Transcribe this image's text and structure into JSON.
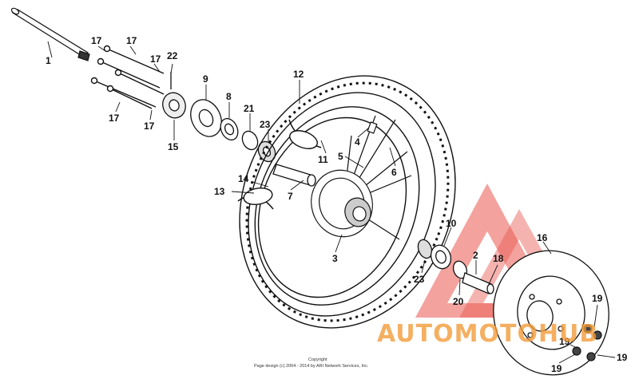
{
  "callouts": [
    {
      "id": "c1",
      "text": "1"
    },
    {
      "id": "c2",
      "text": "2"
    },
    {
      "id": "c3",
      "text": "3"
    },
    {
      "id": "c4",
      "text": "4"
    },
    {
      "id": "c5",
      "text": "5"
    },
    {
      "id": "c6",
      "text": "6"
    },
    {
      "id": "c7",
      "text": "7"
    },
    {
      "id": "c8",
      "text": "8"
    },
    {
      "id": "c9",
      "text": "9"
    },
    {
      "id": "c10",
      "text": "10"
    },
    {
      "id": "c11",
      "text": "11"
    },
    {
      "id": "c12",
      "text": "12"
    },
    {
      "id": "c13",
      "text": "13"
    },
    {
      "id": "c14",
      "text": "14"
    },
    {
      "id": "c15",
      "text": "15"
    },
    {
      "id": "c16",
      "text": "16"
    },
    {
      "id": "c17a",
      "text": "17"
    },
    {
      "id": "c17b",
      "text": "17"
    },
    {
      "id": "c17c",
      "text": "17"
    },
    {
      "id": "c17d",
      "text": "17"
    },
    {
      "id": "c17e",
      "text": "17"
    },
    {
      "id": "c18",
      "text": "18"
    },
    {
      "id": "c19a",
      "text": "19"
    },
    {
      "id": "c19b",
      "text": "19"
    },
    {
      "id": "c19c",
      "text": "19"
    },
    {
      "id": "c19d",
      "text": "19"
    },
    {
      "id": "c20",
      "text": "20"
    },
    {
      "id": "c21",
      "text": "21"
    },
    {
      "id": "c22",
      "text": "22"
    },
    {
      "id": "c23a",
      "text": "23"
    },
    {
      "id": "c23b",
      "text": "23"
    }
  ],
  "copyright": {
    "line1": "Copyright",
    "line2": "Page design (c) 2004 - 2014 by ARI Network Services, Inc."
  },
  "watermark": {
    "text": "AUTOMOTOHUB",
    "color": "#f39c3a",
    "logo_color": "#e6392f"
  }
}
